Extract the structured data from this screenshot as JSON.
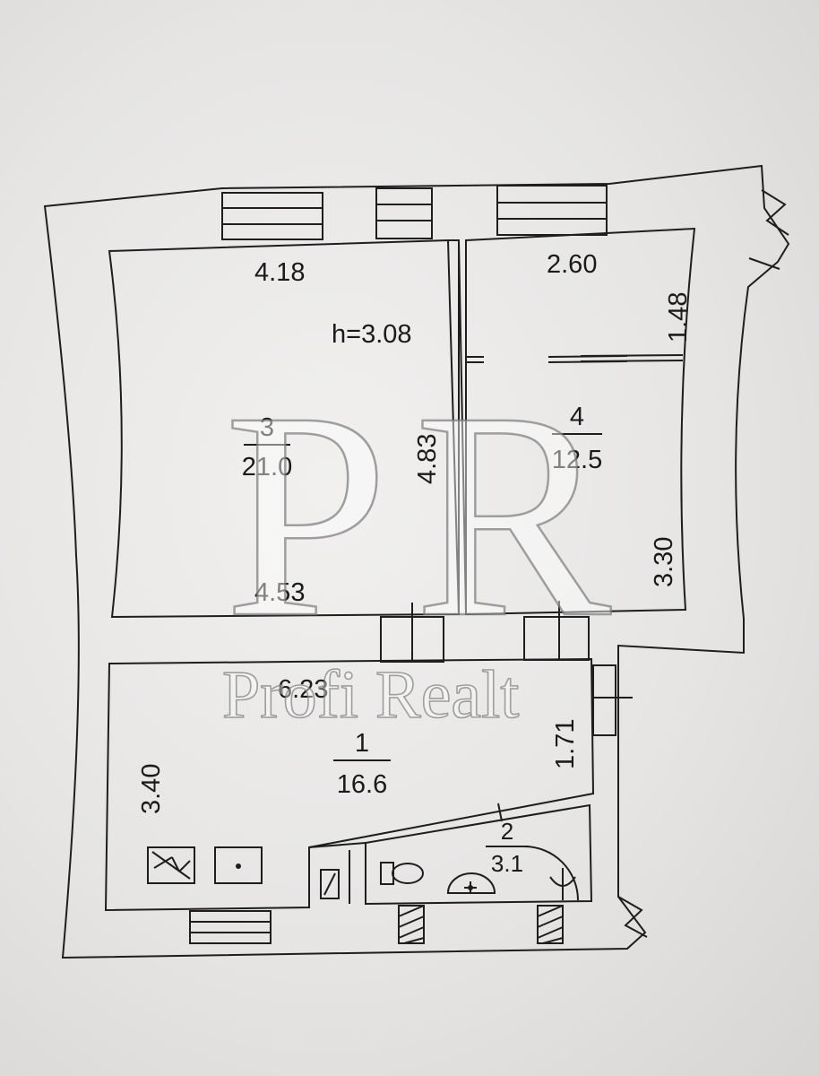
{
  "watermark": {
    "logo_left": "P",
    "logo_right": "R",
    "brand": "Profi Realt"
  },
  "rooms": [
    {
      "number": "3",
      "area": "21.0"
    },
    {
      "number": "4",
      "area": "12.5"
    },
    {
      "number": "1",
      "area": "16.6"
    },
    {
      "number": "2",
      "area": "3.1"
    }
  ],
  "dimensions": {
    "room3_width_top": "4.18",
    "room3_width_bottom": "4.53",
    "room3_depth": "4.83",
    "ceiling_height": "h=3.08",
    "room4_width": "2.60",
    "room4_upper_depth": "1.48",
    "room4_lower_depth": "3.30",
    "room1_width": "6.23",
    "room1_depth": "3.40",
    "room1_side": "1.71"
  }
}
